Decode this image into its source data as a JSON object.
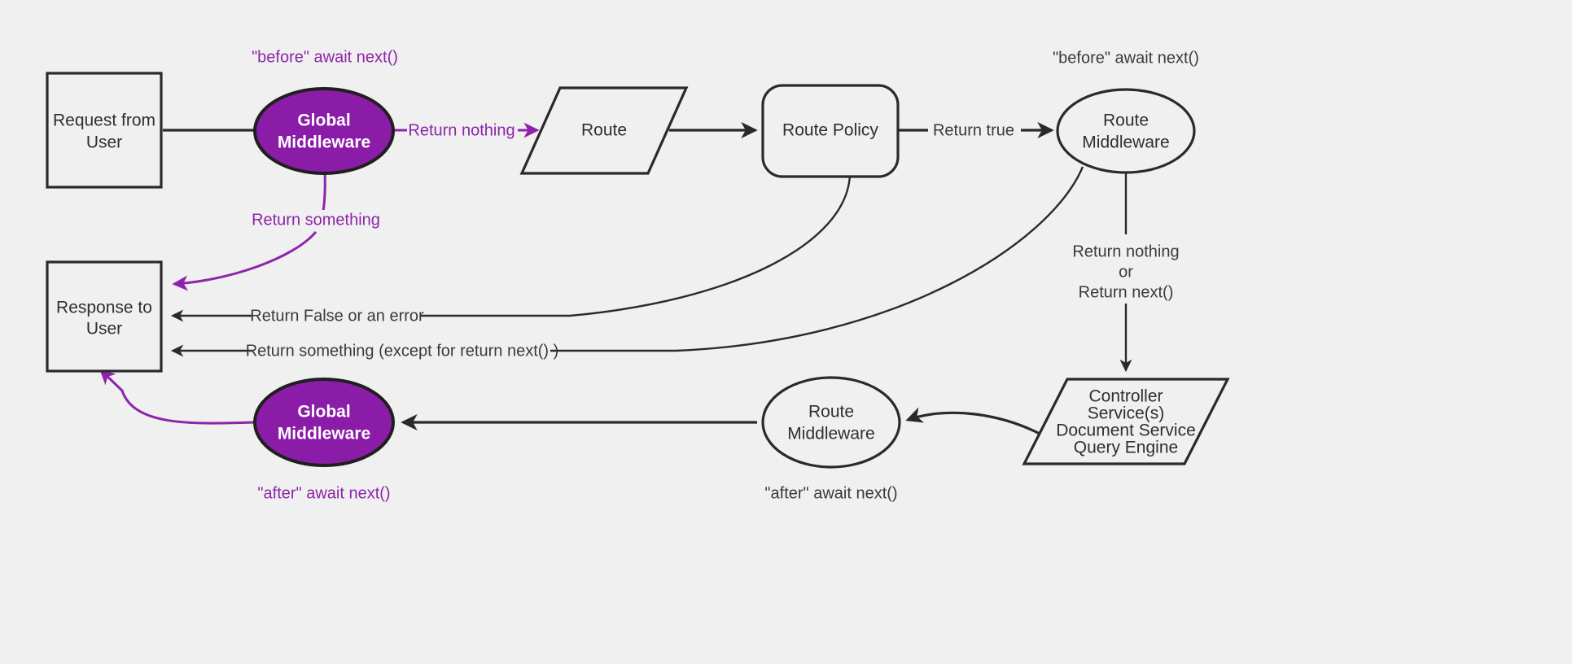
{
  "diagram": {
    "title": "Middleware request lifecycle flowchart",
    "background_color": "#eff0ef",
    "accent_purple": "#8e24aa",
    "node_fill_purple": "#8b1ca8",
    "stroke_color": "#2a2a2a"
  },
  "nodes": {
    "request_from_user": {
      "label_line1": "Request from",
      "label_line2": "User",
      "shape": "rectangle"
    },
    "global_middleware_top": {
      "label_line1": "Global",
      "label_line2": "Middleware",
      "shape": "ellipse",
      "fill": "#8b1ca8"
    },
    "route": {
      "label": "Route",
      "shape": "parallelogram"
    },
    "route_policy": {
      "label": "Route Policy",
      "shape": "rounded-rectangle"
    },
    "route_middleware_top": {
      "label_line1": "Route",
      "label_line2": "Middleware",
      "shape": "ellipse"
    },
    "controller_stack": {
      "label_line1": "Controller",
      "label_line2": "Service(s)",
      "label_line3": "Document Service",
      "label_line4": "Query Engine",
      "shape": "parallelogram"
    },
    "route_middleware_bottom": {
      "label_line1": "Route",
      "label_line2": "Middleware",
      "shape": "ellipse"
    },
    "global_middleware_bottom": {
      "label_line1": "Global",
      "label_line2": "Middleware",
      "shape": "ellipse",
      "fill": "#8b1ca8"
    },
    "response_to_user": {
      "label_line1": "Response to",
      "label_line2": "User",
      "shape": "rectangle"
    }
  },
  "annotations": {
    "before_await_next_global": "\"before\" await next()",
    "before_await_next_route": "\"before\" await next()",
    "after_await_next_global": "\"after\" await next()",
    "after_await_next_route": "\"after\" await next()"
  },
  "edge_labels": {
    "return_nothing": "Return nothing",
    "return_something": "Return something",
    "return_true": "Return true",
    "return_nothing_or_line1": "Return nothing",
    "return_nothing_or_line2": "or",
    "return_nothing_or_line3": "Return next()",
    "return_false_or_error": "Return False or an error",
    "return_something_except": "Return something (except for return next() )"
  }
}
